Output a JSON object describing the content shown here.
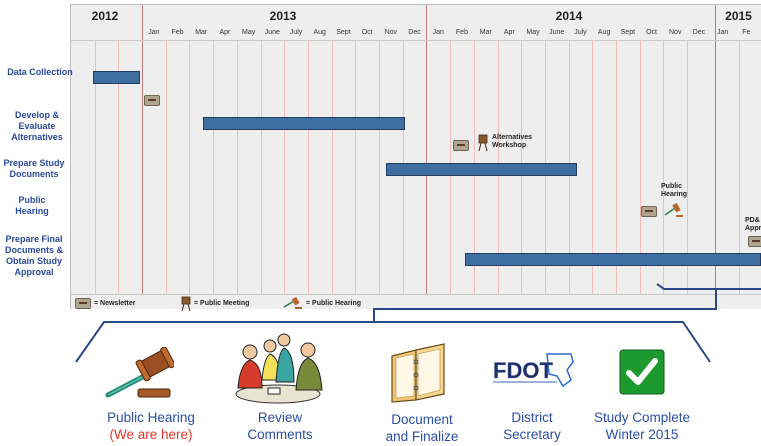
{
  "years": [
    "2012",
    "2013",
    "2014",
    "2015"
  ],
  "months": [
    "Jan",
    "Feb",
    "Mar",
    "Apr",
    "May",
    "June",
    "July",
    "Aug",
    "Sept",
    "Oct",
    "Nov",
    "Dec",
    "Jan",
    "Feb",
    "Mar",
    "Apr",
    "May",
    "June",
    "July",
    "Aug",
    "Sept",
    "Oct",
    "Nov",
    "Dec",
    "Jan",
    "Fe"
  ],
  "tasks": [
    {
      "label": "Data Collection"
    },
    {
      "label": "Develop & Evaluate Alternatives"
    },
    {
      "label": "Prepare Study Documents"
    },
    {
      "label": "Public Hearing"
    },
    {
      "label": "Prepare Final Documents & Obtain Study Approval"
    }
  ],
  "notes": {
    "alternatives_workshop": "Alternatives Workshop",
    "public_hearing": "Public Hearing",
    "pd_approval": "PD& Appro"
  },
  "legend": {
    "newsletter": "= Newsletter",
    "public_meeting": "= Public Meeting",
    "public_hearing": "= Public Hearing"
  },
  "process_steps": [
    {
      "line1": "Public Hearing",
      "line2": "(We are here)",
      "icon": "gavel-icon"
    },
    {
      "line1": "Review",
      "line2": "Comments",
      "icon": "people-meeting-icon"
    },
    {
      "line1": "Document",
      "line2": "and Finalize",
      "icon": "binder-icon"
    },
    {
      "line1": "District",
      "line2": "Secretary",
      "icon": "fdot-logo-icon"
    },
    {
      "line1": "Study Complete",
      "line2": "Winter 2015",
      "icon": "checkmark-icon"
    }
  ],
  "fdot_text": "FDOT",
  "colors": {
    "bar": "#3f6ea0",
    "label": "#2a4a9a",
    "caption": "#2b4fa4",
    "here": "#e0382b",
    "check": "#1d9a2e"
  }
}
